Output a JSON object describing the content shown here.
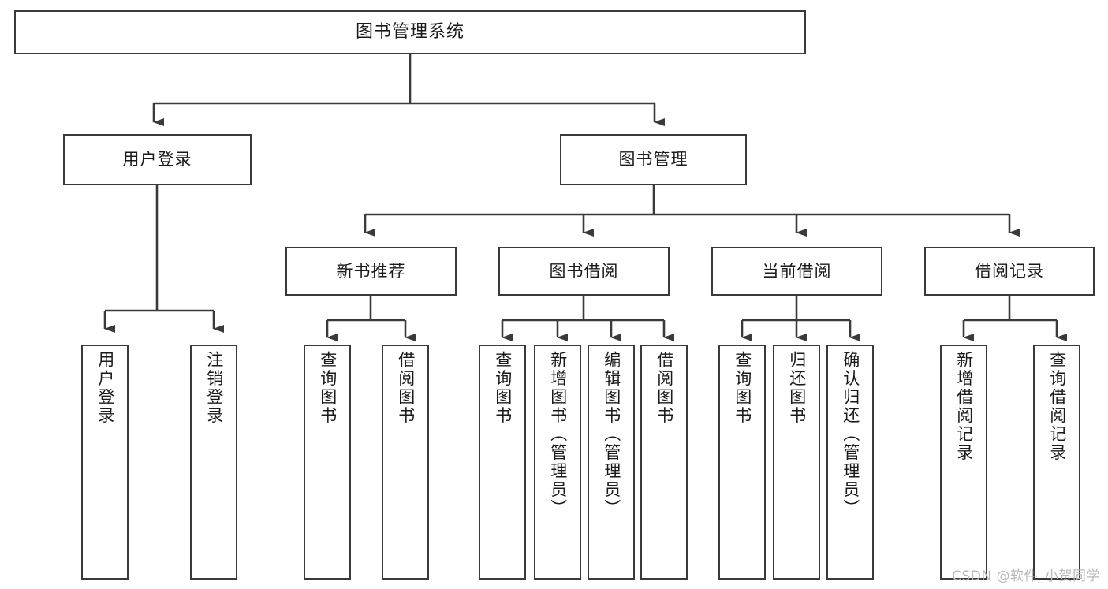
{
  "diagram": {
    "type": "tree",
    "title": "图书管理系统",
    "orientation": "top-down",
    "line_color": "#3a3a3a",
    "box_fill": "#ffffff",
    "nodes": {
      "root": {
        "label": "图书管理系统"
      },
      "level2": [
        {
          "label": "用户登录"
        },
        {
          "label": "图书管理"
        }
      ],
      "level3": [
        {
          "label": "新书推荐"
        },
        {
          "label": "图书借阅"
        },
        {
          "label": "当前借阅"
        },
        {
          "label": "借阅记录"
        }
      ],
      "leaves_user_login": [
        {
          "label": "用户登录"
        },
        {
          "label": "注销登录"
        }
      ],
      "leaves_new_books": [
        {
          "label": "查询图书"
        },
        {
          "label": "借阅图书"
        }
      ],
      "leaves_borrow": [
        {
          "label": "查询图书"
        },
        {
          "label": "新增图书（管理员）"
        },
        {
          "label": "编辑图书（管理员）"
        },
        {
          "label": "借阅图书"
        }
      ],
      "leaves_current": [
        {
          "label": "查询图书"
        },
        {
          "label": "归还图书"
        },
        {
          "label": "确认归还（管理员）"
        }
      ],
      "leaves_records": [
        {
          "label": "新增借阅记录"
        },
        {
          "label": "查询借阅记录"
        }
      ]
    }
  },
  "watermark": {
    "text": "CSDN @软件_小贺同学"
  }
}
